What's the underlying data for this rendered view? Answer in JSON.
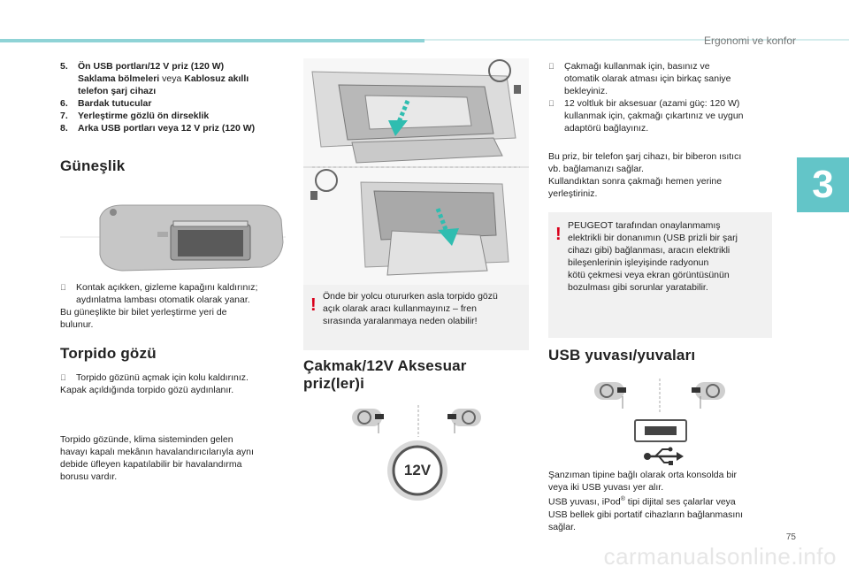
{
  "header": {
    "section_title": "Ergonomi ve konfor",
    "chapter_number": "3"
  },
  "left": {
    "items": [
      {
        "num": "5.",
        "html_bold_parts": "",
        "line1": "Ön USB portları/12 V priz (120 W)",
        "line2_bold_a": "Saklama bölmeleri",
        "line2_plain": " veya ",
        "line2_bold_b": "Kablosuz akıllı",
        "line3": "telefon şarj cihazı"
      },
      {
        "num": "6.",
        "line1": "Bardak tutucular"
      },
      {
        "num": "7.",
        "line1": "Yerleştirme gözlü ön dirseklik"
      },
      {
        "num": "8.",
        "line1": "Arka USB portları veya 12 V priz (120 W)"
      }
    ],
    "gunes_title": "Güneşlik",
    "gunes_bullet_a": "Kontak açıkken, gizleme kapağını kaldırınız;",
    "gunes_bullet_b": "aydınlatma lambası otomatik olarak yanar.",
    "gunes_text_a": "Bu güneşlikte bir bilet yerleştirme yeri de",
    "gunes_text_b": "bulunur.",
    "torpido_title": "Torpido gözü",
    "torpido_bullet": "Torpido gözünü açmak için kolu kaldırınız.",
    "torpido_text": "Kapak açıldığında torpido gözü aydınlanır.",
    "torpido_p2": [
      "Torpido gözünde, klima sisteminden gelen",
      "havayı kapalı mekânın havalandırıcılarıyla aynı",
      "debide üfleyen kapatılabilir bir havalandırma",
      "borusu vardır."
    ]
  },
  "middle": {
    "warning": [
      "Önde bir yolcu otururken asla torpido gözü",
      "açık olarak aracı kullanmayınız – fren",
      "sırasında yaralanmaya neden olabilir!"
    ],
    "cakmak_title_a": "Çakmak/12V Aksesuar",
    "cakmak_title_b": "priz(ler)i",
    "socket_label": "12V"
  },
  "right": {
    "bullet1": [
      "Çakmağı kullanmak için, basınız ve",
      "otomatik olarak atması için birkaç saniye",
      "bekleyiniz."
    ],
    "bullet2": [
      "12 voltluk bir aksesuar (azami güç: 120 W)",
      "kullanmak için, çakmağı çıkartınız ve uygun",
      "adaptörü bağlayınız."
    ],
    "p1": [
      "Bu priz, bir telefon şarj cihazı, bir biberon ısıtıcı",
      "vb. bağlamanızı sağlar.",
      "Kullandıktan sonra çakmağı hemen yerine",
      "yerleştiriniz."
    ],
    "warning": [
      "PEUGEOT tarafından onaylanmamış",
      "elektrikli bir donanımın (USB prizli bir şarj",
      "cihazı gibi) bağlanması, aracın elektrikli",
      "bileşenlerinin işleyişinde radyonun",
      "kötü çekmesi veya ekran görüntüsünün",
      "bozulması gibi sorunlar yaratabilir."
    ],
    "usb_title": "USB yuvası/yuvaları",
    "p2": [
      "Şanzıman tipine bağlı olarak orta konsolda bir",
      "veya iki USB yuvası yer alır.",
      "USB yuvası, iPod",
      "®",
      " tipi dijital ses çalarlar veya",
      "USB bellek gibi portatif cihazların bağlanmasını",
      "sağlar."
    ]
  },
  "footer": {
    "page_number": "75",
    "watermark": "carmanualsonline.info"
  },
  "colors": {
    "accent": "#63c5c8",
    "warning_red": "#d9001b",
    "box_bg": "#f1f1f1"
  },
  "icons": {
    "bullet": "arrow-bullet-icon",
    "warning": "exclamation-icon",
    "usb": "usb-icon"
  }
}
